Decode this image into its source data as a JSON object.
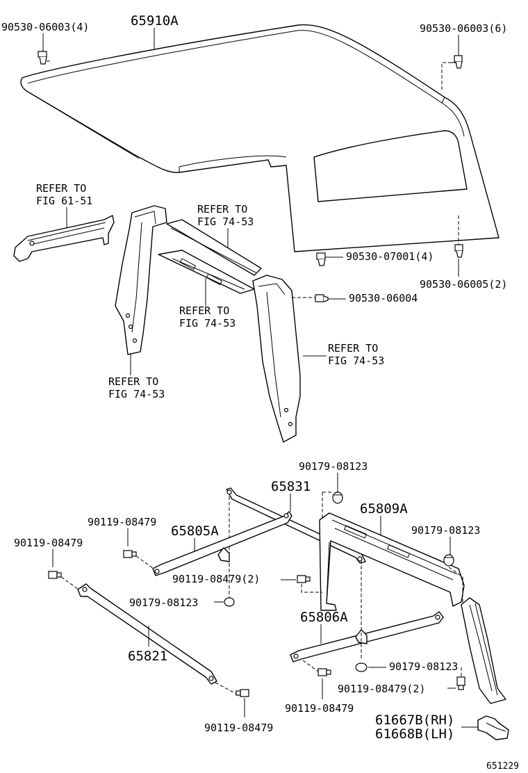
{
  "diagram_id": "651229",
  "labels": {
    "hardtop": "65910A",
    "clip_4": "90530-06003(4)",
    "clip_6": "90530-06003(6)",
    "refer_61_51_a": "REFER TO",
    "refer_61_51_b": "FIG 61-51",
    "refer_74_53_top_a": "REFER TO",
    "refer_74_53_top_b": "FIG 74-53",
    "clip_07001": "90530-07001(4)",
    "clip_06005": "90530-06005(2)",
    "clip_06004": "90530-06004",
    "refer_74_53_mid_a": "REFER TO",
    "refer_74_53_mid_b": "FIG 74-53",
    "refer_74_53_right_a": "REFER TO",
    "refer_74_53_right_b": "FIG 74-53",
    "refer_74_53_left_a": "REFER TO",
    "refer_74_53_left_b": "FIG 74-53",
    "nut_top": "90179-08123",
    "bar_65831": "65831",
    "rail_65809a": "65809A",
    "nut_right": "90179-08123",
    "bolt_a": "90119-08479",
    "bar_65805a": "65805A",
    "bolt_b": "90119-08479",
    "bolt_2_mid": "90119-08479(2)",
    "nut_mid": "90179-08123",
    "bar_65806a": "65806A",
    "bar_65821": "65821",
    "nut_low": "90179-08123",
    "bolt_2_low": "90119-08479(2)",
    "bolt_low_mid": "90119-08479",
    "bolt_low_left": "90119-08479",
    "cover_rh": "61667B(RH)",
    "cover_lh": "61668B(LH)"
  }
}
